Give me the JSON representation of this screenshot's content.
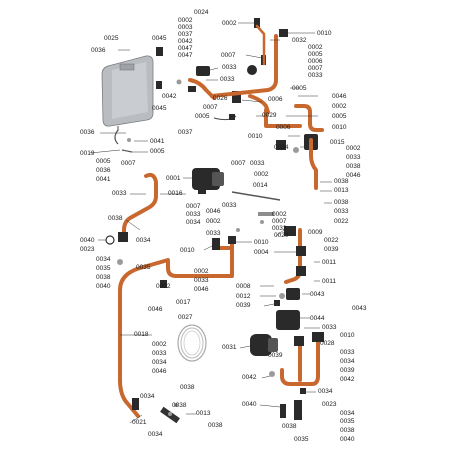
{
  "colors": {
    "pipe": "#c8682e",
    "part_dark": "#2a2a2a",
    "tank": "#b9bcc0",
    "line": "#333333"
  },
  "labels": {
    "l0024": "0024",
    "l0002_a": "0002",
    "l0003_a": "0003",
    "l0037_a": "0037",
    "l0042_a": "0042",
    "l0047_a": "0047",
    "l0002_b": "0002",
    "l0010_a": "0010",
    "l0032": "0032",
    "l0025": "0025",
    "l0036_a": "0036",
    "l0045_a": "0045",
    "l0007_a": "0007",
    "l0033_a": "0033",
    "l0002_c": "0002",
    "l0005_a": "0005",
    "l0006_a": "0006",
    "l0007_b": "0007",
    "l0033_b": "0033",
    "l0047_b": "0047",
    "l0033_c": "0033",
    "l0042_b": "0042",
    "l0026": "0026",
    "l0007_c": "0007",
    "l0045_b": "0045",
    "l0046_a": "0046",
    "l0002_d": "0002",
    "l0010_b": "0010",
    "l0029": "0029",
    "l0006_b": "0006",
    "l0005_b": "0005",
    "l0037_b": "0037",
    "l0036_b": "0036",
    "l0041_a": "0041",
    "l0005_c": "0005",
    "l0019": "0019",
    "l0005_d": "0005",
    "l0036_c": "0036",
    "l0041_b": "0041",
    "l0010_c": "0010",
    "l0034_a": "0034",
    "l0033_d": "0033",
    "l0015": "0015",
    "l0002_e": "0002",
    "l0033_e": "0033",
    "l0038_a": "0038",
    "l0046_b": "0046",
    "l0007_d": "0007",
    "l0001": "0001",
    "l0007_e": "0007",
    "l0033_f": "0033",
    "l0002_f": "0002",
    "l0014": "0014",
    "l0038_b": "0038",
    "l0013_a": "0013",
    "l0038_c": "0038",
    "l0033_g": "0033",
    "l0016": "0016",
    "l0033_h": "0033",
    "l0007_f": "0007",
    "l0033_i": "0033",
    "l0034_b": "0034",
    "l0046_c": "0046",
    "l0002_g": "0002",
    "l0033_j": "0033",
    "l0002_h": "0002",
    "l0007_g": "0007",
    "l0033_k": "0033",
    "l0022_a": "0022",
    "l0038_d": "0038",
    "l0033_l": "0033",
    "l0020": "0020",
    "l0009": "0009",
    "l0022_b": "0022",
    "l0039_a": "0039",
    "l0040_a": "0040",
    "l0034_c": "0034",
    "l0023_a": "0023",
    "l0034_d": "0034",
    "l0035_a": "0035",
    "l0038_e": "0038",
    "l0040_b": "0040",
    "l0010_d": "0010",
    "l0010_e": "0010",
    "l0004": "0004",
    "l0011_a": "0011",
    "l0035_b": "0035",
    "l0002_i": "0002",
    "l0033_m": "0033",
    "l0046_d": "0046",
    "l0011_b": "0011",
    "l0002_j": "0002",
    "l0008": "0008",
    "l0043_a": "0043",
    "l0012": "0012",
    "l0017": "0017",
    "l0039_b": "0039",
    "l0046_e": "0046",
    "l0043_b": "0043",
    "l0027": "0027",
    "l0044": "0044",
    "l0033_n": "0033",
    "l0010_f": "0010",
    "l0018": "0018",
    "l0028": "0028",
    "l0002_k": "0002",
    "l0033_o": "0033",
    "l0034_e": "0034",
    "l0046_f": "0046",
    "l0031": "0031",
    "l0033_p": "0033",
    "l0034_f": "0034",
    "l0039_c": "0039",
    "l0042_c": "0042",
    "l0039_d": "0039",
    "l0042_d": "0042",
    "l0034_g": "0034",
    "l0038_f": "0038",
    "l0040_c": "0040",
    "l0023_b": "0023",
    "l0034_h": "0034",
    "l0035_c": "0035",
    "l0038_g": "0038",
    "l0040_d": "0040",
    "l0038_h": "0038",
    "l0013_b": "0013",
    "l0021": "0021",
    "l0034_i": "0034",
    "l0038_i": "0038",
    "l0038_j": "0038",
    "l0035_d": "0035"
  }
}
